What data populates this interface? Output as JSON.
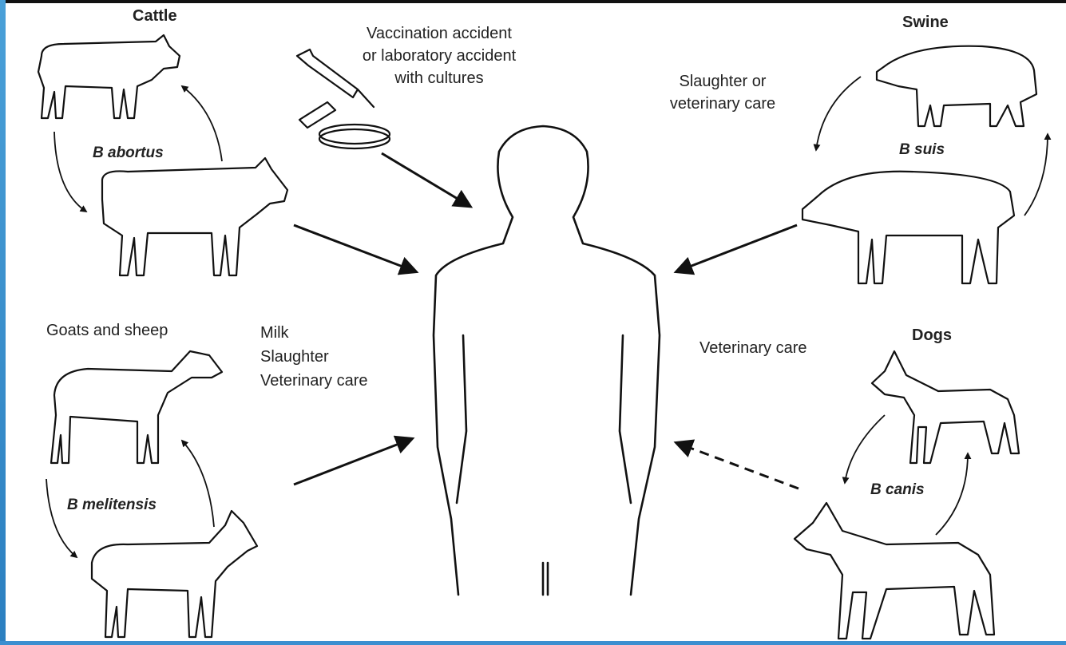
{
  "title": "",
  "sources": {
    "cattle": {
      "label": "Cattle",
      "species": "B abortus"
    },
    "swine": {
      "label": "Swine",
      "species": "B suis"
    },
    "goats": {
      "label": "Goats and sheep",
      "species": "B melitensis"
    },
    "dogs": {
      "label": "Dogs",
      "species": "B canis"
    }
  },
  "routes": {
    "lab": [
      "Vaccination accident",
      "or laboratory accident",
      "with cultures"
    ],
    "swine": [
      "Slaughter or",
      "veterinary care"
    ],
    "goats": [
      "Milk",
      "Slaughter",
      "Veterinary care"
    ],
    "dogs": "Veterinary care"
  },
  "colors": {
    "ink": "#111111",
    "frame_accent": "#3b8fd0"
  },
  "icons": [
    "cow-icon",
    "pig-icon",
    "goat-icon",
    "sheep-icon",
    "dog-icon",
    "syringe-icon",
    "petri-dish-icon",
    "slide-icon",
    "human-silhouette"
  ]
}
